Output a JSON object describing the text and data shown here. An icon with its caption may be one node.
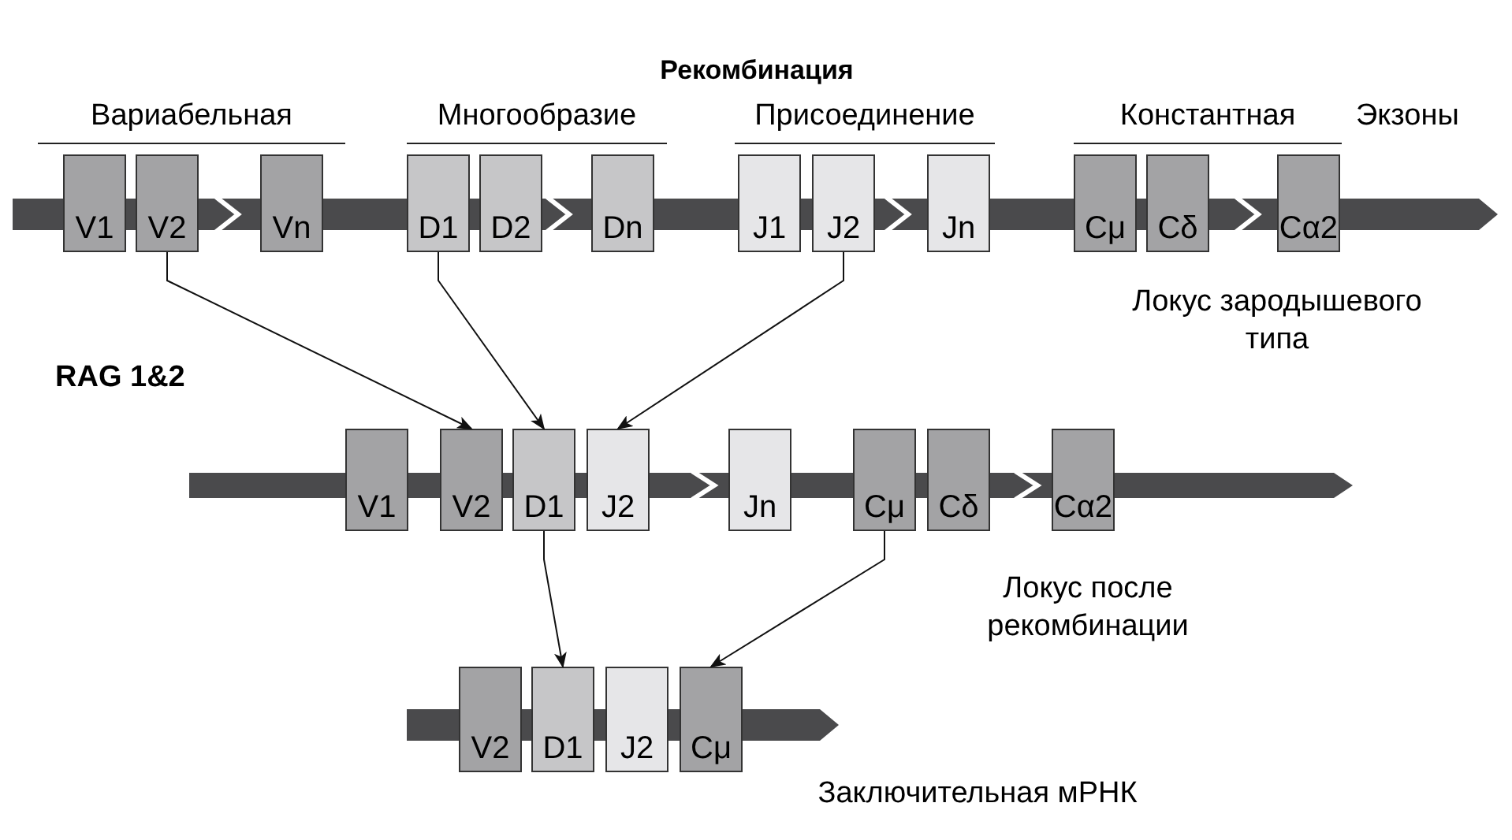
{
  "diagram": {
    "title": "Рекомбинация",
    "nodes": [
      {
        "text": [
          "V1"
        ]
      },
      {
        "text": [
          "V2"
        ]
      },
      {
        "text": [
          "Vn"
        ]
      },
      {
        "text": [
          "D1"
        ]
      },
      {
        "text": [
          "D2"
        ]
      },
      {
        "text": [
          "Dn"
        ]
      },
      {
        "text": [
          "J1"
        ]
      },
      {
        "text": [
          "J2"
        ]
      },
      {
        "text": [
          "Jn"
        ]
      },
      {
        "text": [
          "Cμ"
        ]
      },
      {
        "text": [
          "Cδ"
        ]
      },
      {
        "text": [
          "Cα2"
        ]
      },
      {
        "text": [
          "V1"
        ]
      },
      {
        "text": [
          "V2"
        ]
      },
      {
        "text": [
          "D1"
        ]
      },
      {
        "text": [
          "J2"
        ]
      },
      {
        "text": [
          "Jn"
        ]
      },
      {
        "text": [
          "Cμ"
        ]
      },
      {
        "text": [
          "Cδ"
        ]
      },
      {
        "text": [
          "Cα2"
        ]
      },
      {
        "text": [
          "V2"
        ]
      },
      {
        "text": [
          "D1"
        ]
      },
      {
        "text": [
          "J2"
        ]
      },
      {
        "text": [
          "Cμ"
        ]
      }
    ],
    "edges": [
      {
        "from": 1,
        "to": 13,
        "arrow": "to"
      },
      {
        "from": 3,
        "to": 14,
        "arrow": "to"
      },
      {
        "from": 7,
        "to": 15,
        "arrow": "to"
      },
      {
        "from": 14,
        "to": 21,
        "arrow": "to"
      },
      {
        "from": 17,
        "to": 23,
        "arrow": "to"
      }
    ],
    "labels": [
      "Вариабельная",
      "Многообразие",
      "Присоединение",
      "Константная",
      "Экзоны",
      "RAG 1&2",
      "Локус зародышевого типа",
      "Локус после рекомбинации",
      "Заключительная мРНК"
    ]
  }
}
